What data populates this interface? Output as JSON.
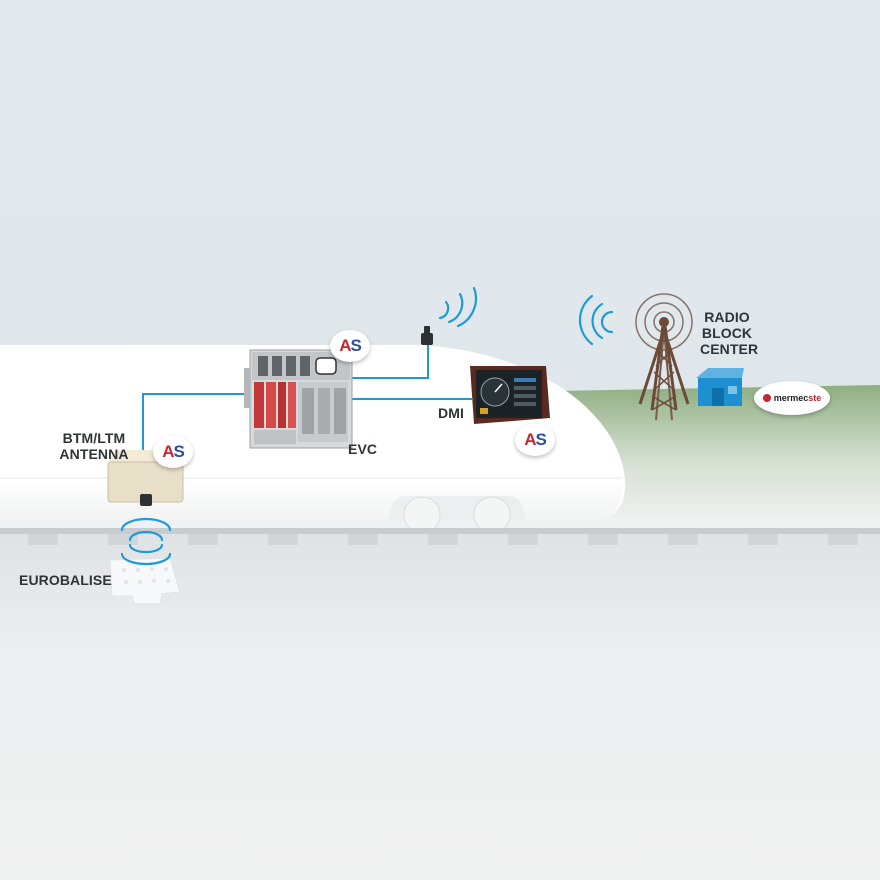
{
  "labels": {
    "btm_line1": "BTM/LTM",
    "btm_line2": "ANTENNA",
    "eurobalise": "EUROBALISE",
    "evc": "EVC",
    "dmi": "DMI",
    "rbc_line1": "RADIO",
    "rbc_line2": "BLOCK",
    "rbc_line3": "CENTER"
  },
  "badges": {
    "as_letter_a": "A",
    "as_letter_s": "S"
  },
  "brand": {
    "name_part1": "mermec",
    "name_part2": "ste"
  },
  "colors": {
    "sky": "#e3eaef",
    "grass": "#8fae82",
    "train_body": "#ffffff",
    "wire": "#1e9bd7",
    "signal_wave": "#1e9bd7",
    "badge_a": "#c8262e",
    "badge_s": "#2c4f9e",
    "tower": "#6b4a38",
    "building": "#1e8fd0"
  },
  "icons": [
    "antenna-icon",
    "signal-waves-icon",
    "radio-tower-icon",
    "building-icon",
    "eurobalise-icon",
    "evc-rack-icon",
    "dmi-display-icon"
  ]
}
